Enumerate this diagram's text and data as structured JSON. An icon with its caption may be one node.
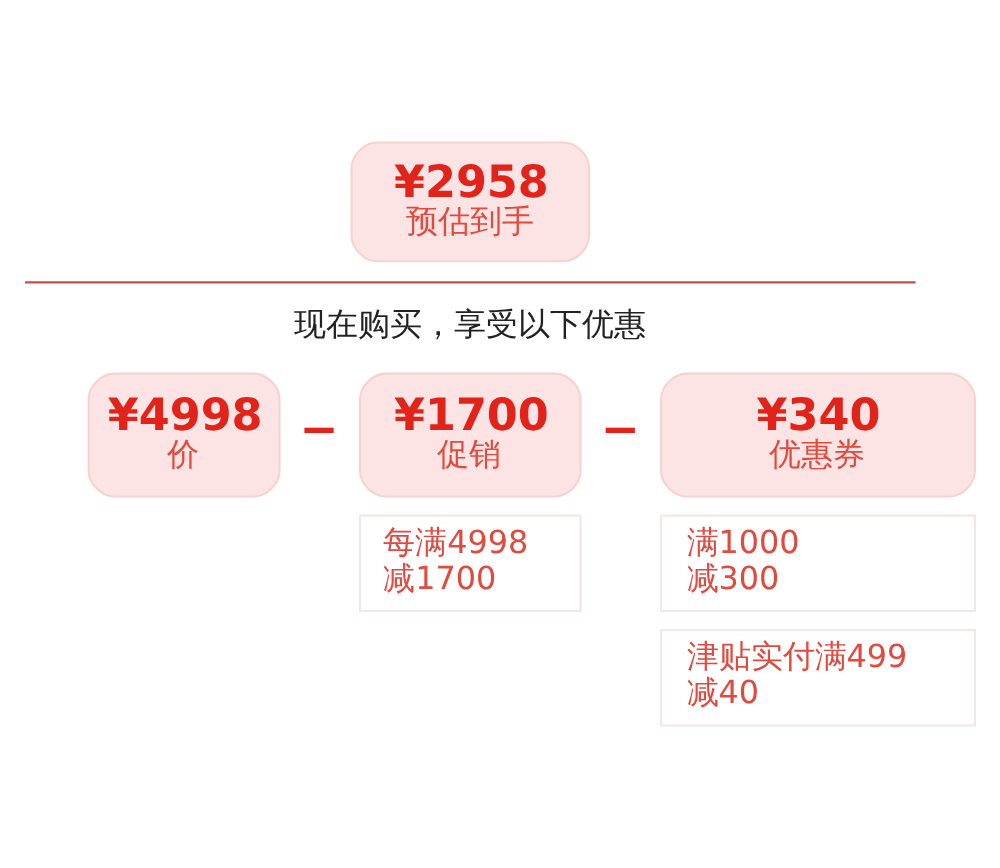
{
  "diagram": {
    "nodes": [
      {
        "text": [
          "¥2958",
          "预估到手"
        ]
      },
      {
        "text": [
          "¥4998",
          "价"
        ]
      },
      {
        "text": [
          "¥1700",
          "促销"
        ]
      },
      {
        "text": [
          "每满4998 减1700"
        ]
      },
      {
        "text": [
          "¥340",
          "优惠券"
        ]
      },
      {
        "text": [
          "满1000 减300"
        ]
      },
      {
        "text": [
          "津贴实付满499 减40"
        ]
      }
    ],
    "labels": [
      "现在购买，享受以下优惠",
      "−",
      "−"
    ]
  }
}
